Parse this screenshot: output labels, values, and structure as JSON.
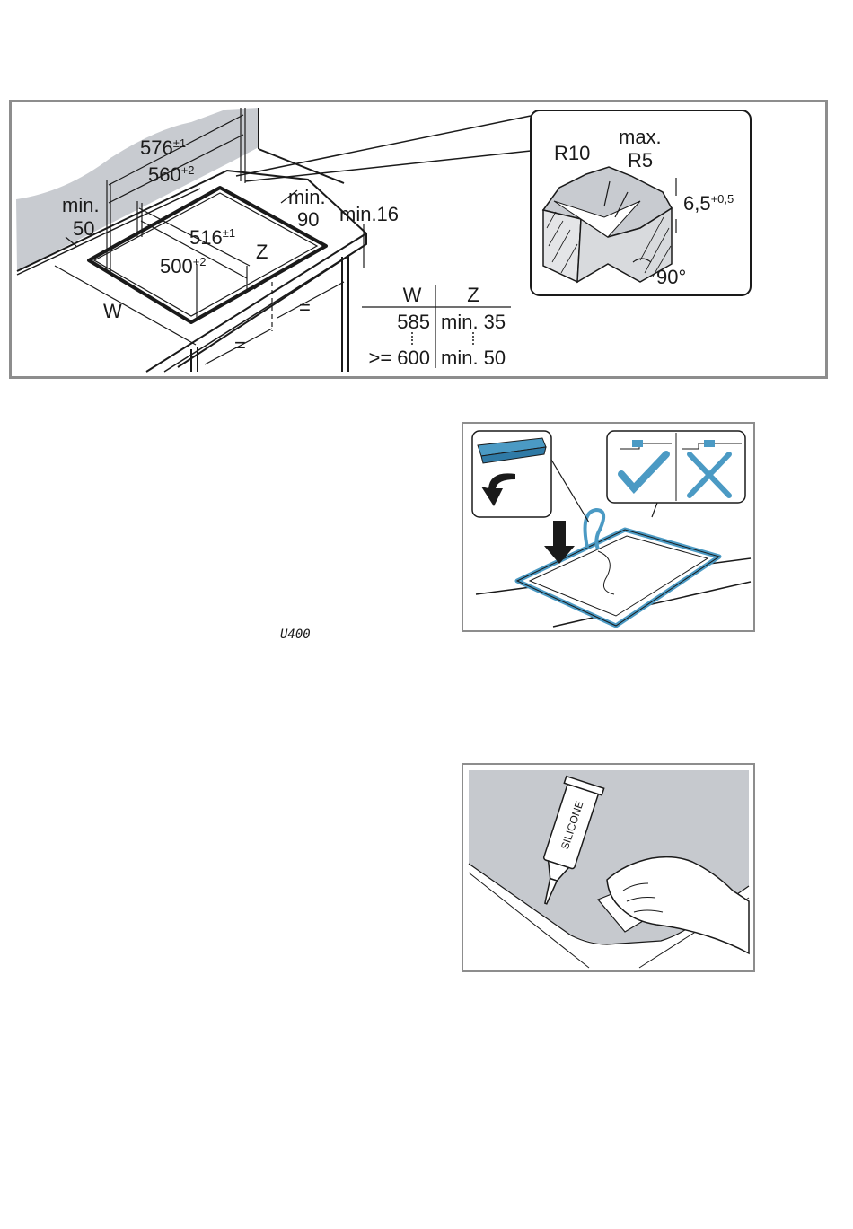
{
  "top_diagram": {
    "dims": {
      "d576": "576",
      "d576_tol": "±1",
      "d560": "560",
      "d560_tol": "+2",
      "d516": "516",
      "d516_tol": "±1",
      "d500": "500",
      "d500_tol": "+2",
      "min50_a": "min.",
      "min50_b": "50",
      "min90_a": "min.",
      "min90_b": "90",
      "min16": "min.16",
      "z": "Z",
      "w": "W",
      "eq1": "=",
      "eq2": "="
    },
    "table": {
      "headers": [
        "W",
        "Z"
      ],
      "rows": [
        [
          "585",
          "min. 35"
        ],
        [
          ">= 600",
          "min. 50"
        ]
      ]
    },
    "detail": {
      "r10": "R10",
      "max": "max.",
      "r5": "R5",
      "thickness": "6,5",
      "thickness_tol": "+0,5",
      "angle": "90°"
    }
  },
  "display_code": "U400",
  "silicone_label": "SILICONE",
  "colors": {
    "seal_blue": "#4b9ac4",
    "frame_grey": "#8d8d8d",
    "wall_grey": "#c8cbd0",
    "counter_grey": "#c6c9ce"
  }
}
